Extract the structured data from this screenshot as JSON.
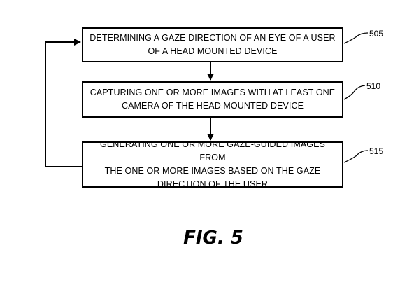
{
  "figure": {
    "label": "FIG. 5"
  },
  "steps": [
    {
      "ref": "505",
      "lines": [
        "DETERMINING A GAZE DIRECTION OF AN EYE OF A USER",
        "OF A HEAD MOUNTED DEVICE"
      ]
    },
    {
      "ref": "510",
      "lines": [
        "CAPTURING ONE OR MORE IMAGES WITH AT LEAST ONE",
        "CAMERA OF THE HEAD MOUNTED DEVICE"
      ]
    },
    {
      "ref": "515",
      "lines": [
        "GENERATING ONE OR MORE GAZE-GUIDED IMAGES FROM",
        "THE ONE OR MORE IMAGES BASED ON THE GAZE",
        "DIRECTION OF THE USER"
      ]
    }
  ],
  "colors": {
    "line": "#000000",
    "background": "#ffffff"
  }
}
